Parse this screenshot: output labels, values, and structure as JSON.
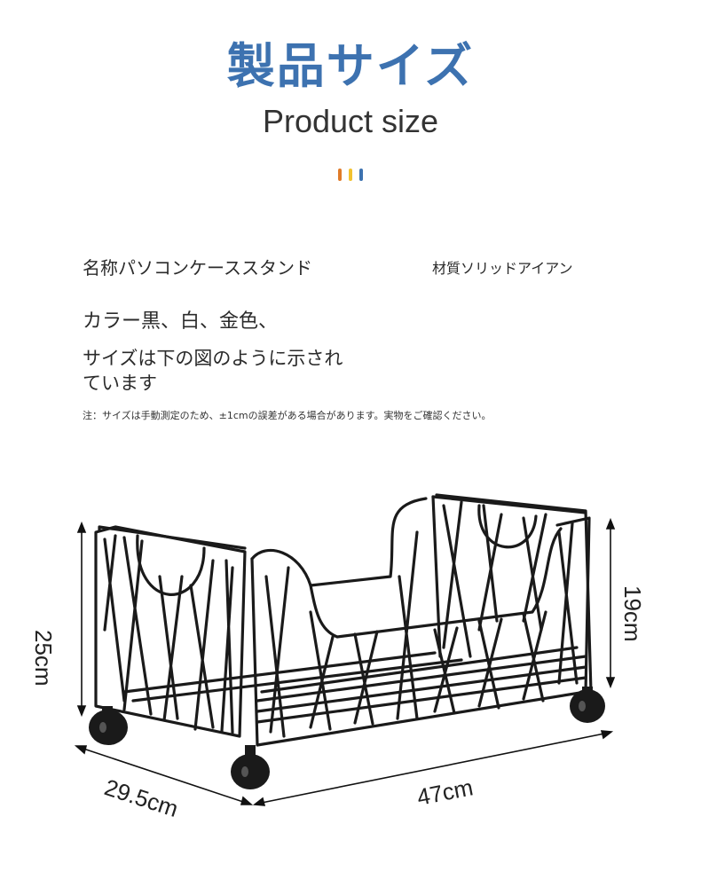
{
  "header": {
    "title_jp": "製品サイズ",
    "title_en": "Product size",
    "accent_bars": [
      "#e07b28",
      "#f2c230",
      "#3d72b0"
    ]
  },
  "specs": {
    "name": "名称パソコンケーススタンド",
    "material": "材質ソリッドアイアン",
    "color": "カラー黒、白、金色、",
    "size_note_line1": "サイズは下の図のように示され",
    "size_note_line2": "ています",
    "disclaimer": "注：サイズは手動測定のため、±1cmの誤差がある場合があります。実物をご確認ください。"
  },
  "dimensions": {
    "height_total": "25cm",
    "height_low": "19cm",
    "depth": "29.5cm",
    "width": "47cm"
  }
}
